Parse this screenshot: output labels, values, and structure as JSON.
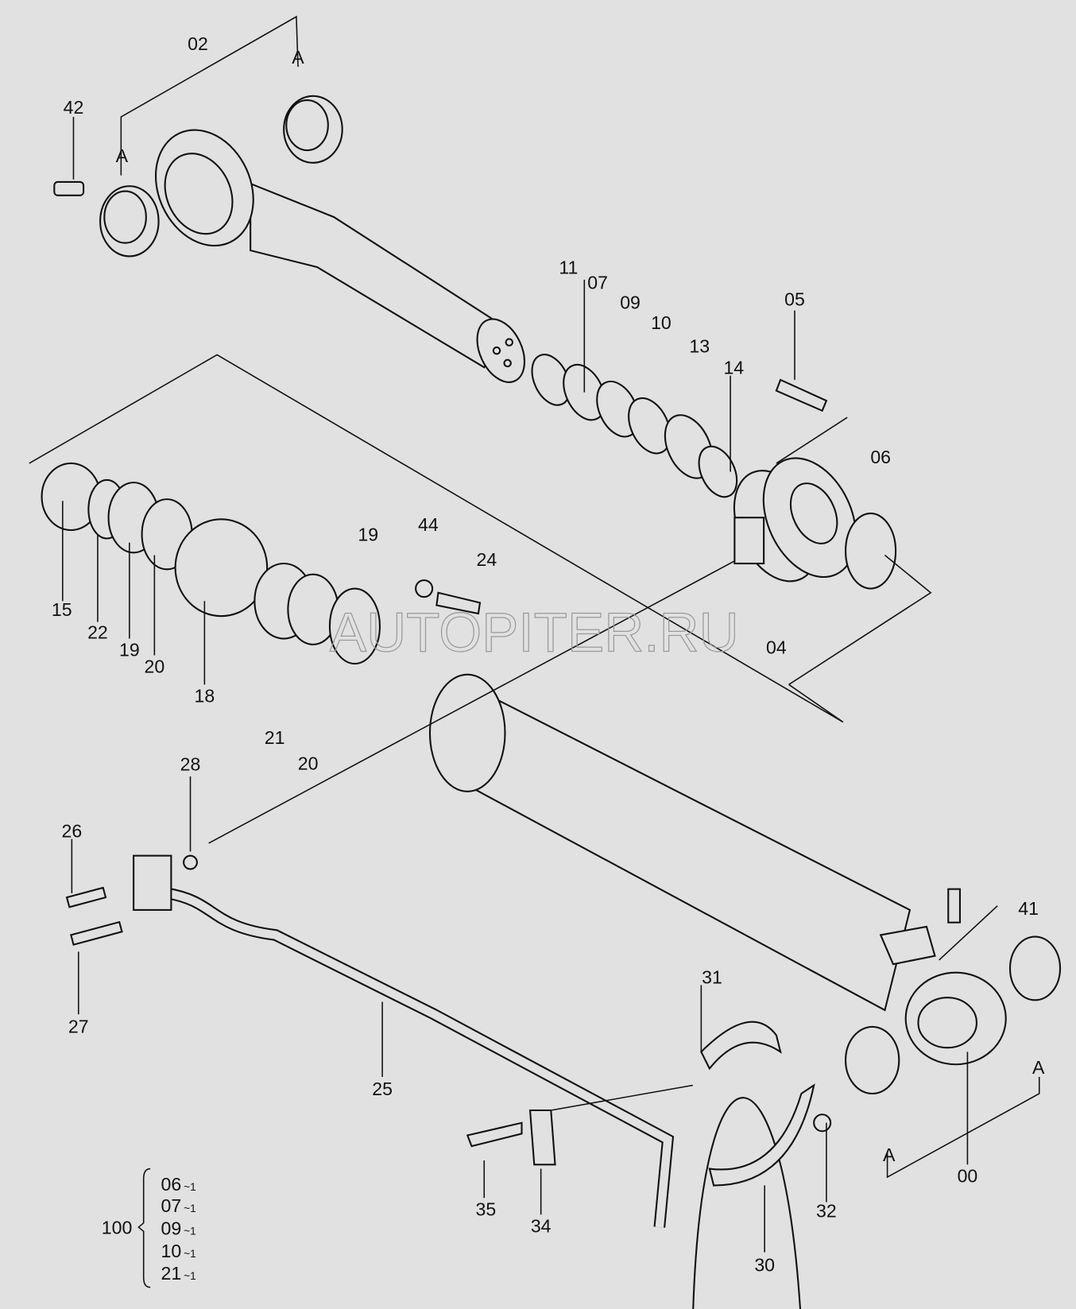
{
  "watermark": "AUTOPITER.RU",
  "callouts": {
    "c02": "02",
    "cA1": "A",
    "c42": "42",
    "cA2": "A",
    "c11": "11",
    "c07": "07",
    "c09": "09",
    "c10": "10",
    "c13": "13",
    "c14": "14",
    "c05": "05",
    "c06": "06",
    "c04": "04",
    "c15": "15",
    "c22": "22",
    "c19a": "19",
    "c20a": "20",
    "c18": "18",
    "c19b": "19",
    "c44": "44",
    "c24": "24",
    "c21": "21",
    "c20b": "20",
    "c28": "28",
    "c26": "26",
    "c27": "27",
    "c25": "25",
    "c31": "31",
    "c41": "41",
    "cA3": "A",
    "cA4": "A",
    "c00": "00",
    "c32": "32",
    "c30": "30",
    "c35": "35",
    "c34": "34"
  },
  "kit": {
    "number": "100",
    "items": [
      {
        "part": "06",
        "qty": "~1"
      },
      {
        "part": "07",
        "qty": "~1"
      },
      {
        "part": "09",
        "qty": "~1"
      },
      {
        "part": "10",
        "qty": "~1"
      },
      {
        "part": "21",
        "qty": "~1"
      }
    ]
  }
}
